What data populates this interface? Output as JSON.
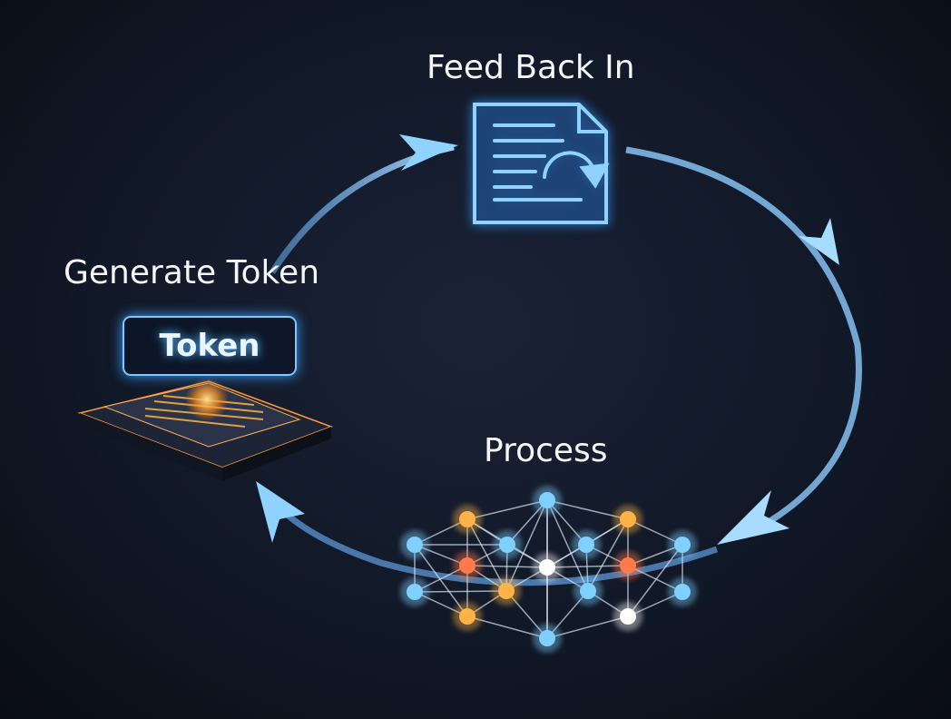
{
  "labels": {
    "feed_back_in": "Feed Back In",
    "generate_token": "Generate Token",
    "process": "Process"
  },
  "token_box": {
    "text": "Token"
  },
  "colors": {
    "arrow": "#7cc8ff",
    "orange_node": "#ffb347",
    "red_node": "#ff7a4a",
    "blue_node": "#7fd0ff",
    "white_node": "#ffffff"
  }
}
